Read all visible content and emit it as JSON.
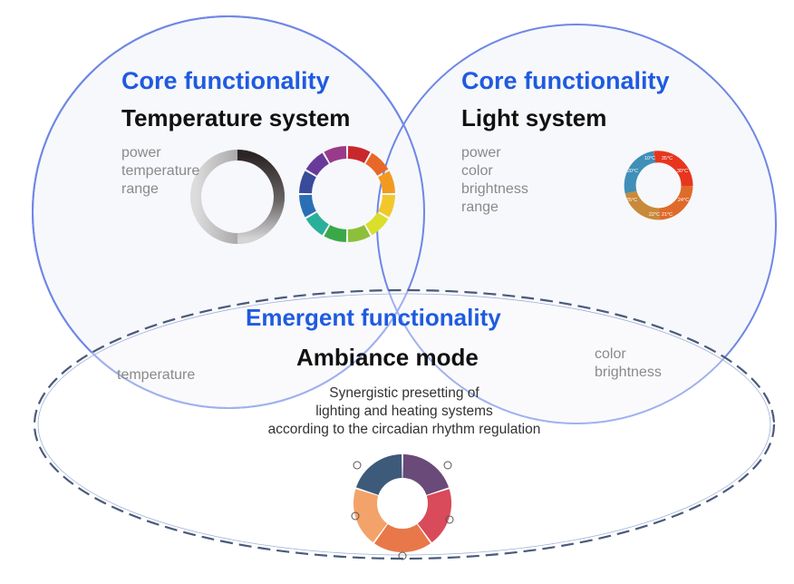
{
  "left_circle": {
    "heading": "Core functionality",
    "title": "Temperature system",
    "attributes": [
      "power",
      "temperature",
      "range"
    ]
  },
  "right_circle": {
    "heading": "Core functionality",
    "title": "Light system",
    "attributes": [
      "power",
      "color",
      "brightness",
      "range"
    ],
    "dial_labels": [
      "10°C",
      "35°C",
      "20°C",
      "30°C",
      "25°C",
      "24°C",
      "22°C",
      "21°C"
    ]
  },
  "ellipse": {
    "heading": "Emergent functionality",
    "title": "Ambiance mode",
    "left_attribute": "temperature",
    "right_attributes": [
      "color",
      "brightness"
    ],
    "description": [
      "Synergistic presetting of",
      "lighting and heating systems",
      "according to the circadian rhythm regulation"
    ]
  },
  "colors": {
    "accent": "#1f5be0",
    "circle_stroke": "#6e87e6",
    "circle_fill": "#f6f7fb",
    "ellipse_stroke": "#4a5a7a",
    "color_wheel": [
      "#c8282d",
      "#e8682a",
      "#f29a20",
      "#f2c72a",
      "#d9df2a",
      "#8dbf3a",
      "#3aa848",
      "#2ab09a",
      "#2a6fb5",
      "#3a4a9a",
      "#6a3a9a",
      "#9a3a8a"
    ],
    "temperature_dial": [
      "#2a8fc0",
      "#e8351e",
      "#e06a2a",
      "#b8a060",
      "#5a8fa8"
    ],
    "ambiance_wheel": [
      "#6a4a78",
      "#d94a5a",
      "#e8784a",
      "#f3a36a",
      "#3d5a7a"
    ]
  },
  "icons": {
    "grayscale_ring": "temperature-ring-icon",
    "color_ring": "color-wheel-icon",
    "temperature_dial": "temperature-dial-icon",
    "ambiance_wheel": "ambiance-wheel-icon"
  }
}
